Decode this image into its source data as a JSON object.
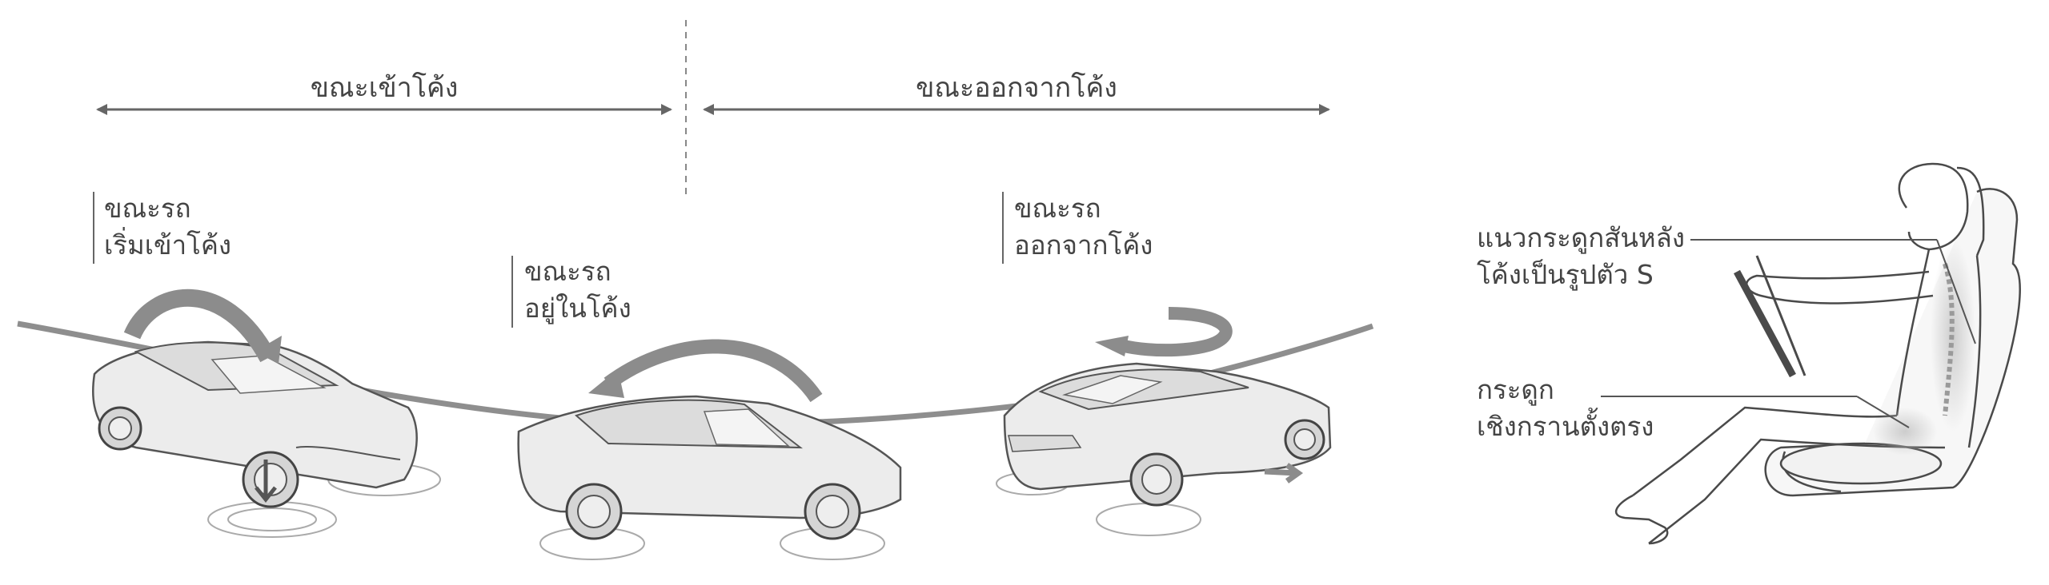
{
  "phases": {
    "entering": "ขณะเข้าโค้ง",
    "exiting": "ขณะออกจากโค้ง"
  },
  "stages": [
    {
      "line1": "ขณะรถ",
      "line2": "เริ่มเข้าโค้ง"
    },
    {
      "line1": "ขณะรถ",
      "line2": "อยู่ในโค้ง"
    },
    {
      "line1": "ขณะรถ",
      "line2": "ออกจากโค้ง"
    }
  ],
  "posture": {
    "spine": {
      "line1": "แนวกระดูกสันหลัง",
      "line2": "โค้งเป็นรูปตัว S"
    },
    "pelvis": {
      "line1": "กระดูก",
      "line2": "เชิงกรานตั้งตรง"
    }
  },
  "colors": {
    "line": "#6e6e6e",
    "arrow": "#8c8c8c",
    "car_fill": "#ececec",
    "car_stroke": "#555555"
  }
}
